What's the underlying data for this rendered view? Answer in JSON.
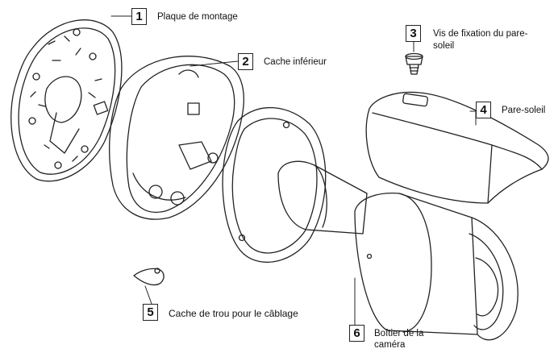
{
  "callouts": [
    {
      "number": "1",
      "label": "Plaque de montage"
    },
    {
      "number": "2",
      "label": "Cache inférieur"
    },
    {
      "number": "3",
      "label": "Vis de fixation du pare-soleil"
    },
    {
      "number": "4",
      "label": "Pare-soleil"
    },
    {
      "number": "5",
      "label": "Cache de trou pour le câblage"
    },
    {
      "number": "6",
      "label": "Boîtier de la caméra"
    }
  ]
}
